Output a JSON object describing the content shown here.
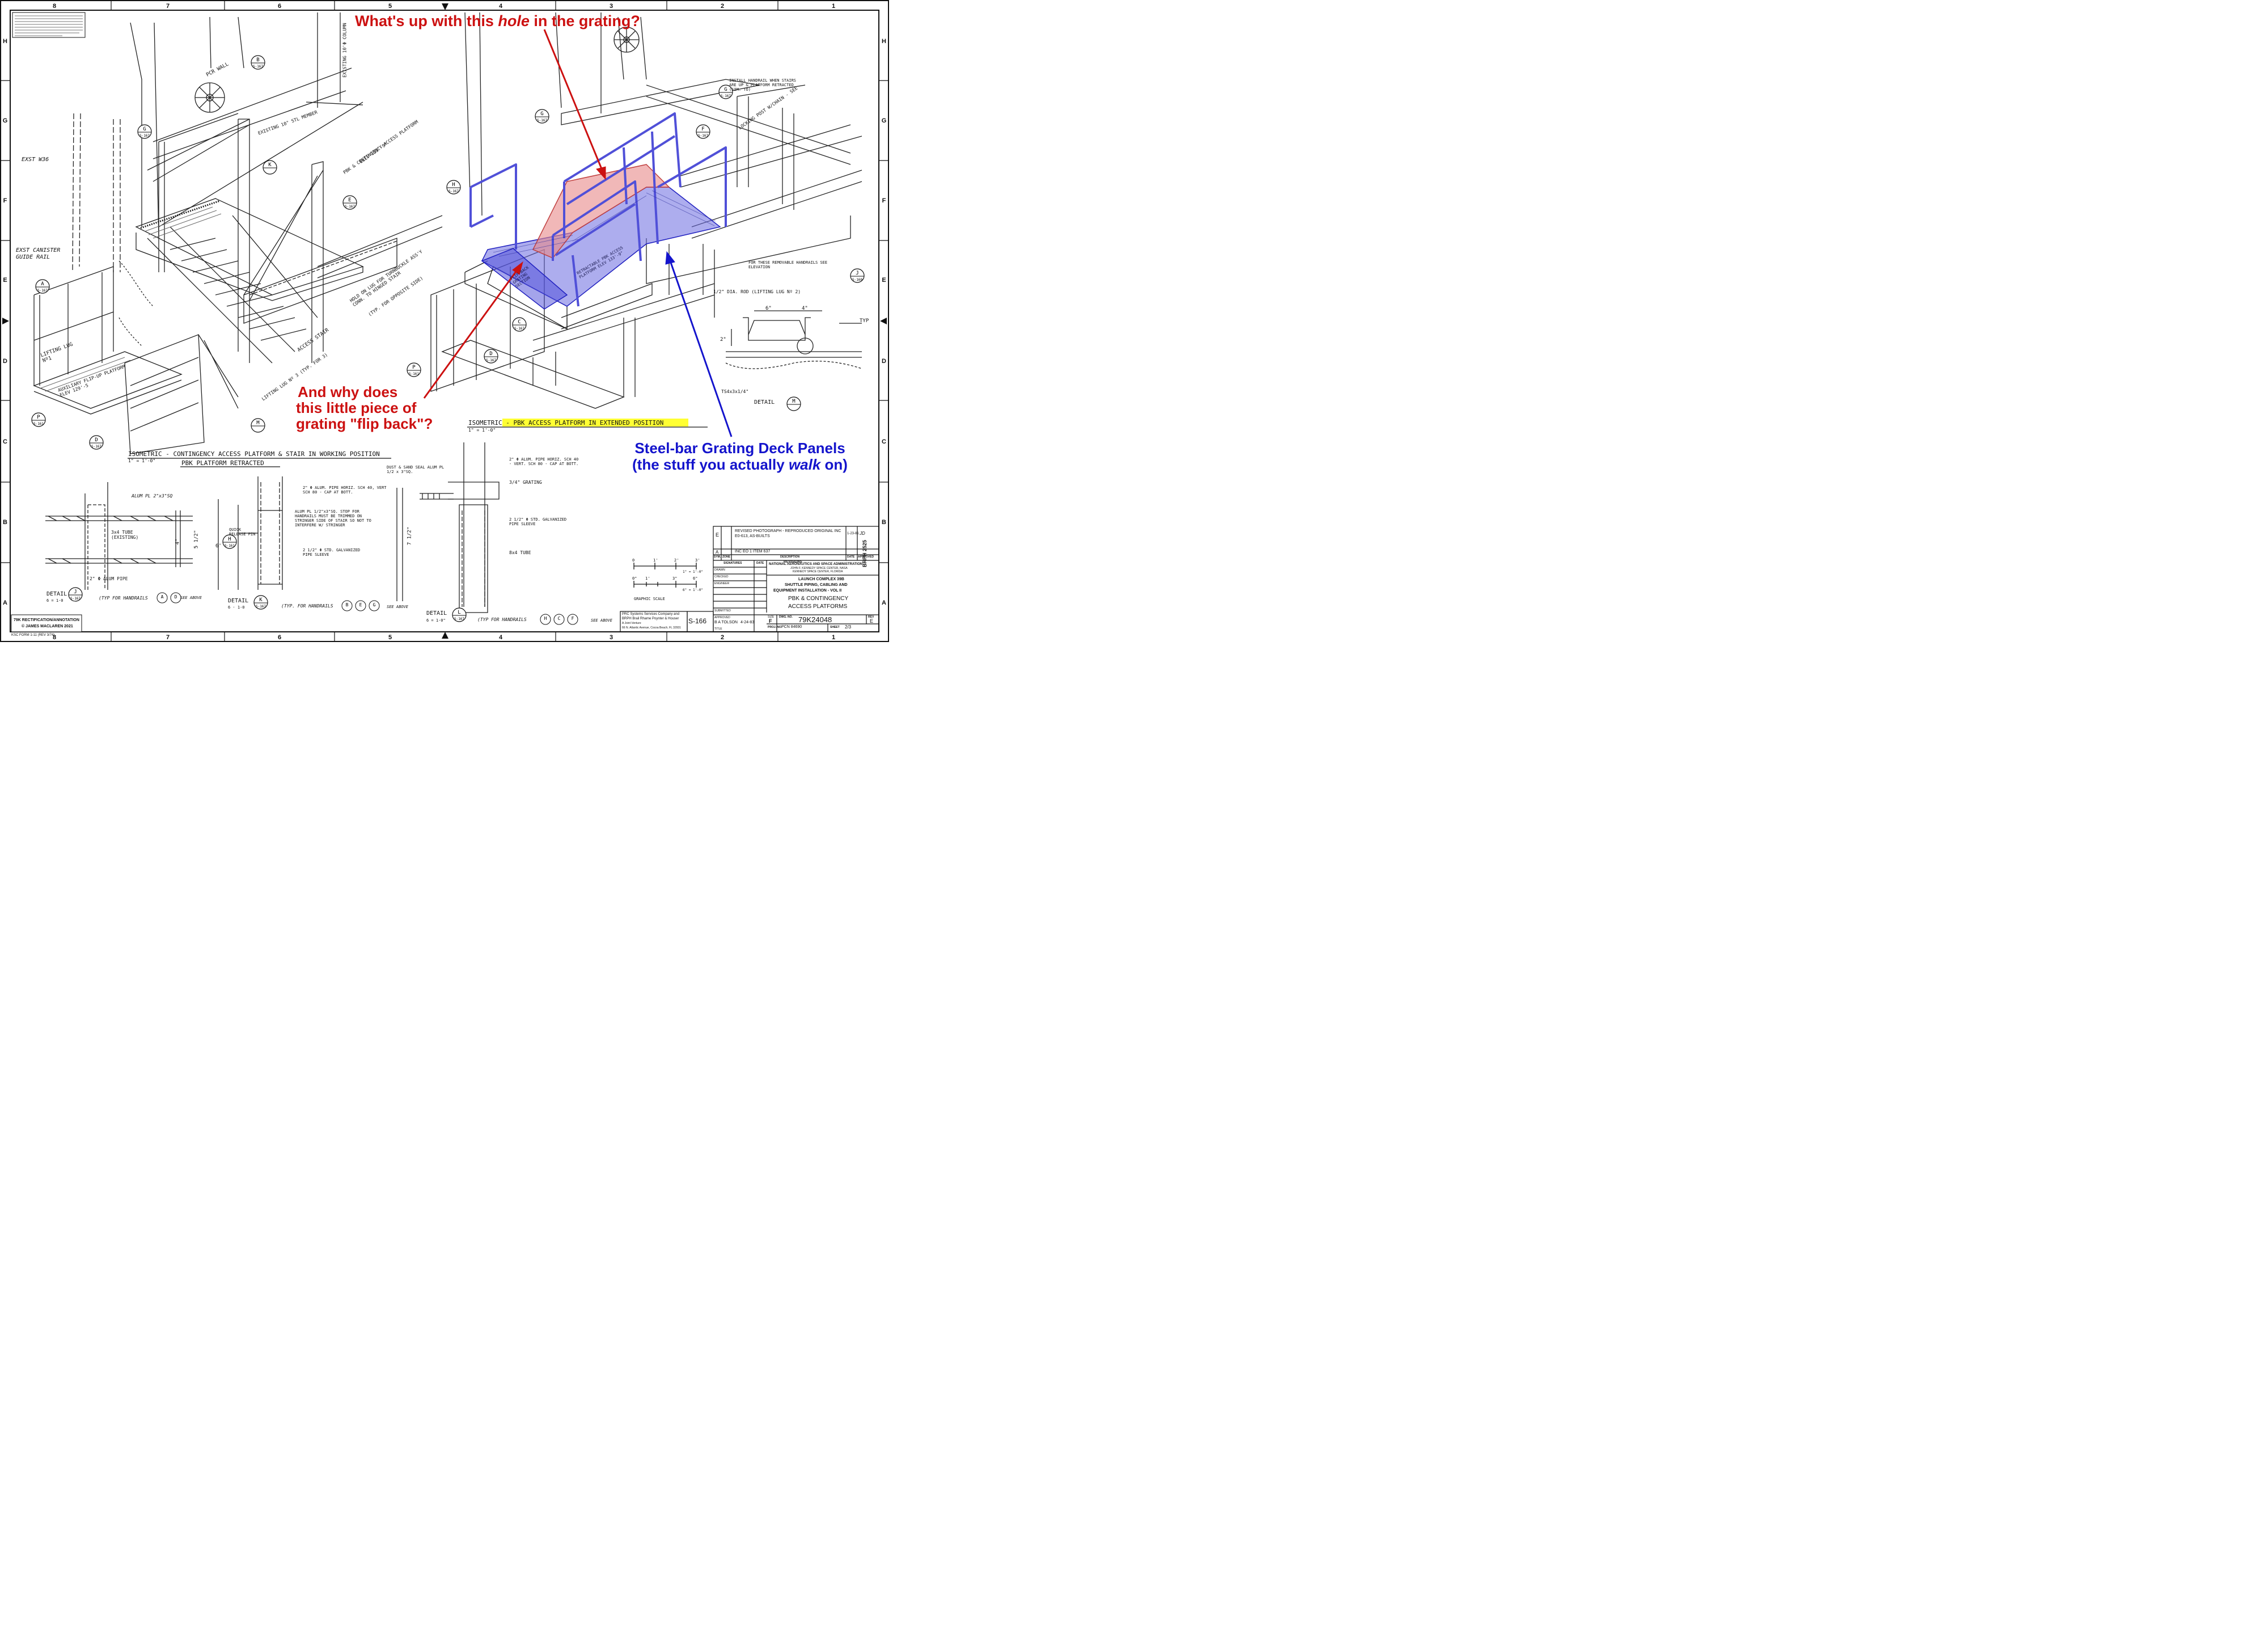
{
  "annotations": {
    "hole_question": {
      "pre": "What's up with this ",
      "em": "hole",
      "post": " in the grating?"
    },
    "flip_question": [
      "And why does",
      "this little piece of",
      "grating \"flip back\"?"
    ],
    "grating_label": {
      "line1": "Steel-bar Grating Deck Panels",
      "line2_pre": "(the stuff you actually ",
      "line2_em": "walk",
      "line2_post": " on)"
    }
  },
  "border": {
    "columns_top": [
      "8",
      "7",
      "6",
      "5",
      "4",
      "3",
      "2",
      "1"
    ],
    "rows_left": [
      "H",
      "G",
      "F",
      "E",
      "D",
      "C",
      "B",
      "A"
    ]
  },
  "views": {
    "contingency_title": "ISOMETRIC - CONTINGENCY ACCESS PLATFORM & STAIR IN WORKING POSITION",
    "contingency_sub": "PBK PLATFORM RETRACTED",
    "contingency_scale": "1\" = 1'-0\"",
    "pbk_title_pre": "ISOMETRIC - ",
    "pbk_title_hl": "PBK ACCESS PLATFORM IN EXTENDED POSITION",
    "pbk_scale": "1\" = 1'-0\""
  },
  "callouts": {
    "exst_w36": "EXST W36",
    "exst_canister": "EXST CANISTER",
    "guide_rail": "GUIDE RAIL",
    "pcr_wall": "PCR WALL",
    "existing_column": "EXISTING 10'Φ COLUMN",
    "existing_member": "EXISTING 10\" STL MEMBER",
    "pbk_platform": "PBK & CONTINGENCY ACCESS PLATFORM",
    "elev_133": "ELEV 133'-9\"",
    "hold_on_lug": "HOLD ON LUG FOR TURNBUCKLE ASS'Y CONN. TO HINGED STAIR",
    "typ_opposite": "(TYP. FOR OPPOSITE SIDE)",
    "lifting_lug_1": "LIFTING LUG Nº1",
    "aux_flip_up": "AUXILIARY FLIP-UP PLATFORM ELEV 129'-5",
    "access_stair": "ACCESS STAIR",
    "lifting_lug_3": "LIFTING LUG Nº 3 (TYP. FOR 3)",
    "install_handrail": "INSTALL HANDRAIL WHEN STAIRS ARE UP & PLATFORM RETRACTED (SIM. TO)",
    "locking_post": "LOCKING POST W/CHAIN - SEE",
    "flip_back_section": "FLIP-BACK GRATING SECTION",
    "retractable": "RETRACTABLE PBK ACCESS PLATFORM ELEV 133'-9\"",
    "removable_handrails": "FOR THESE REMOVABLE HANDRAILS SEE ELEVATION",
    "lifting_lug_2_rod": "1/2\" DIA. ROD (LIFTING LUG Nº 2)",
    "dim_6": "6\"",
    "dim_4": "4\"",
    "dim_2": "2\"",
    "typ": "TYP",
    "ts4": "TS4x3x1/4\"",
    "detail_m": "DETAIL",
    "alum_pl": "ALUM PL 2\"x3\"SQ",
    "tube_3x4": "3x4 TUBE (EXISTING)",
    "alum_pipe": "2\" Φ ALUM PIPE",
    "pipe_horiz": "2\" Φ ALUM. PIPE HORIZ. SCH 40, VERT SCH 80 - CAP AT BOTT.",
    "stop_handrails": "ALUM PL 1/2\"x3\"SQ. STOP FOR HANDRAILS MUST BE TRIMMED ON STRINGER SIDE OF STAIR SO NOT TO INTERFERE W/ STRINGER",
    "sleeve_2half": "2 1/2\" Φ STD. GALVANIZED PIPE SLEEVE",
    "quick_release": "QUICK RELEASE PIN",
    "dust_seal": "DUST & SAND SEAL ALUM PL 1/2 x 3\"SQ.",
    "pipe_horiz_l": "2\" Φ ALUM. PIPE HORIZ. SCH 40 - VERT. SCH 80 - CAP AT BOTT.",
    "grating_34": "3/4\" GRATING",
    "sleeve_l": "2 1/2\" Φ STD. GALVANIZED PIPE SLEEVE",
    "tube_8x4": "8x4 TUBE",
    "dim_6ft": "6'",
    "dim_7half": "7 1/2\"",
    "dim_5half": "5 1/2\"",
    "dim_4in": "4\""
  },
  "details": {
    "j": {
      "label": "DETAIL",
      "scale": "6 = 1-0",
      "letter": "J",
      "sheet": "S-167",
      "note": "(TYP FOR HANDRAILS",
      "refs": [
        "A",
        "D"
      ],
      "see": "SEE ABOVE"
    },
    "k": {
      "label": "DETAIL",
      "scale": "6 · 1-0",
      "letter": "K",
      "sheet": "S-167",
      "note": "(TYP. FOR HANDRAILS",
      "refs": [
        "B",
        "E",
        "G"
      ],
      "see": "SEE ABOVE"
    },
    "l": {
      "label": "DETAIL",
      "scale": "6 = 1-0\"",
      "letter": "L",
      "sheet": "S-167",
      "note": "(TYP FOR HANDRAILS",
      "refs": [
        "H",
        "C",
        "F"
      ],
      "see": "SEE ABOVE"
    },
    "m": {
      "letter": "M",
      "sheet": ""
    }
  },
  "bubbles": [
    {
      "letter": "B",
      "sheet": "S-167"
    },
    {
      "letter": "G",
      "sheet": "S-167"
    },
    {
      "letter": "K",
      "sheet": ""
    },
    {
      "letter": "E",
      "sheet": "S-167"
    },
    {
      "letter": "A",
      "sheet": "S-167"
    },
    {
      "letter": "P",
      "sheet": "S-161"
    },
    {
      "letter": "D",
      "sheet": "S-167"
    },
    {
      "letter": "M",
      "sheet": ""
    },
    {
      "letter": "H",
      "sheet": "S-167"
    },
    {
      "letter": "G",
      "sheet": "S-167"
    },
    {
      "letter": "F",
      "sheet": "S-167"
    },
    {
      "letter": "G",
      "sheet": "S-167"
    },
    {
      "letter": "J",
      "sheet": "S-160"
    },
    {
      "letter": "C",
      "sheet": "S-167"
    },
    {
      "letter": "D",
      "sheet": "S-167"
    },
    {
      "letter": "P",
      "sheet": "S-161"
    },
    {
      "letter": "H",
      "sheet": "S-161"
    }
  ],
  "scale_bar": {
    "label": "GRAPHIC SCALE",
    "top_ticks": [
      "0",
      "1'",
      "2'",
      "3'"
    ],
    "top_ratio": "1\" = 1'-0\"",
    "bot_ticks": [
      "0\"",
      "1'",
      "3\"",
      "6\""
    ],
    "bot_ratio": "6\" = 1'-0\""
  },
  "title_block": {
    "revisions": [
      {
        "sym": "E",
        "desc": "REVISED PHOTOGRAPH - REPRODUCED ORIGINAL INC E0-613, AS-BUILTS",
        "date": "1-23-81",
        "approved": "JD"
      },
      {
        "sym": "A",
        "desc": "INC EO 1 ITEM 637",
        "date": "",
        "approved": ""
      }
    ],
    "rev_headers": {
      "sym": "SYM.",
      "zone": "ZONE",
      "desc": "DESCRIPTION",
      "date": "DATE",
      "approved": "APPROVED"
    },
    "revisions_label": "REVISIONS",
    "sig_rows": [
      "SIGNATURES",
      "DRAWN",
      "CHECKED",
      "ENGINEER",
      "",
      "",
      "SUBMITTED",
      "APPROVED"
    ],
    "sig_date": "DATE",
    "agency": "NATIONAL AERONAUTICS AND SPACE ADMINISTRATION",
    "center": "JOHN F. KENNEDY SPACE CENTER, NASA",
    "center2": "KENNEDY SPACE CENTER, FLORIDA",
    "project": "LAUNCH COMPLEX 39B",
    "project2": "SHUTTLE PIPING, CABLING AND",
    "project3": "EQUIPMENT INSTALLATION - VOL II",
    "drawing_title": "PBK & CONTINGENCY",
    "drawing_title2": "ACCESS PLATFORMS",
    "size_label": "SIZE",
    "size": "F",
    "dwg_label": "DWG. NO.",
    "dwg_no": "79K24048",
    "rev_label": "REV",
    "rev": "E",
    "prc_label": "PROJ. NO.",
    "prc_no": "PCN 84690",
    "sheet_label": "SHEET",
    "sheet_no": "2/3",
    "approved_by": "B A TOLSON",
    "approved_date": "4-24-83",
    "contractor": "PRC Systems Services Company and",
    "contractor2": "BRPH Brail Rhame Poynter & Houser",
    "contractor3": "A Joint Venture",
    "contractor4": "66 N. Atlantic Avenue, Cocoa Beach, FL 32931",
    "sheet_ref": "S-166",
    "side_code": "BRPH 2525",
    "title_lbl": "TITLE"
  },
  "notes_box": "NOTICE: THIS GOVERNMENT DRAWING SPECIFICATIONS OR OTHER DATA ARE USED FOR ANY PURPOSE OTHER THAN IN CONNECTION WITH A DEFINITELY RELATED GOVERNMENT PROCUREMENT OPERATION",
  "credit": [
    "79K RECTIFICATION/ANNOTATION",
    "© JAMES MACLAREN 2021"
  ],
  "form_no": "KSC FORM 1-11 (REV 3/74)",
  "bottom_marks": [
    "8",
    "7",
    "6",
    "5",
    "4",
    "3",
    "2",
    "1"
  ],
  "colors": {
    "red": "#cc1111",
    "blue": "#1414cc",
    "highlight": "#ffff33",
    "grating_fill": "#6a6ae0",
    "hole_fill": "#e88888"
  }
}
